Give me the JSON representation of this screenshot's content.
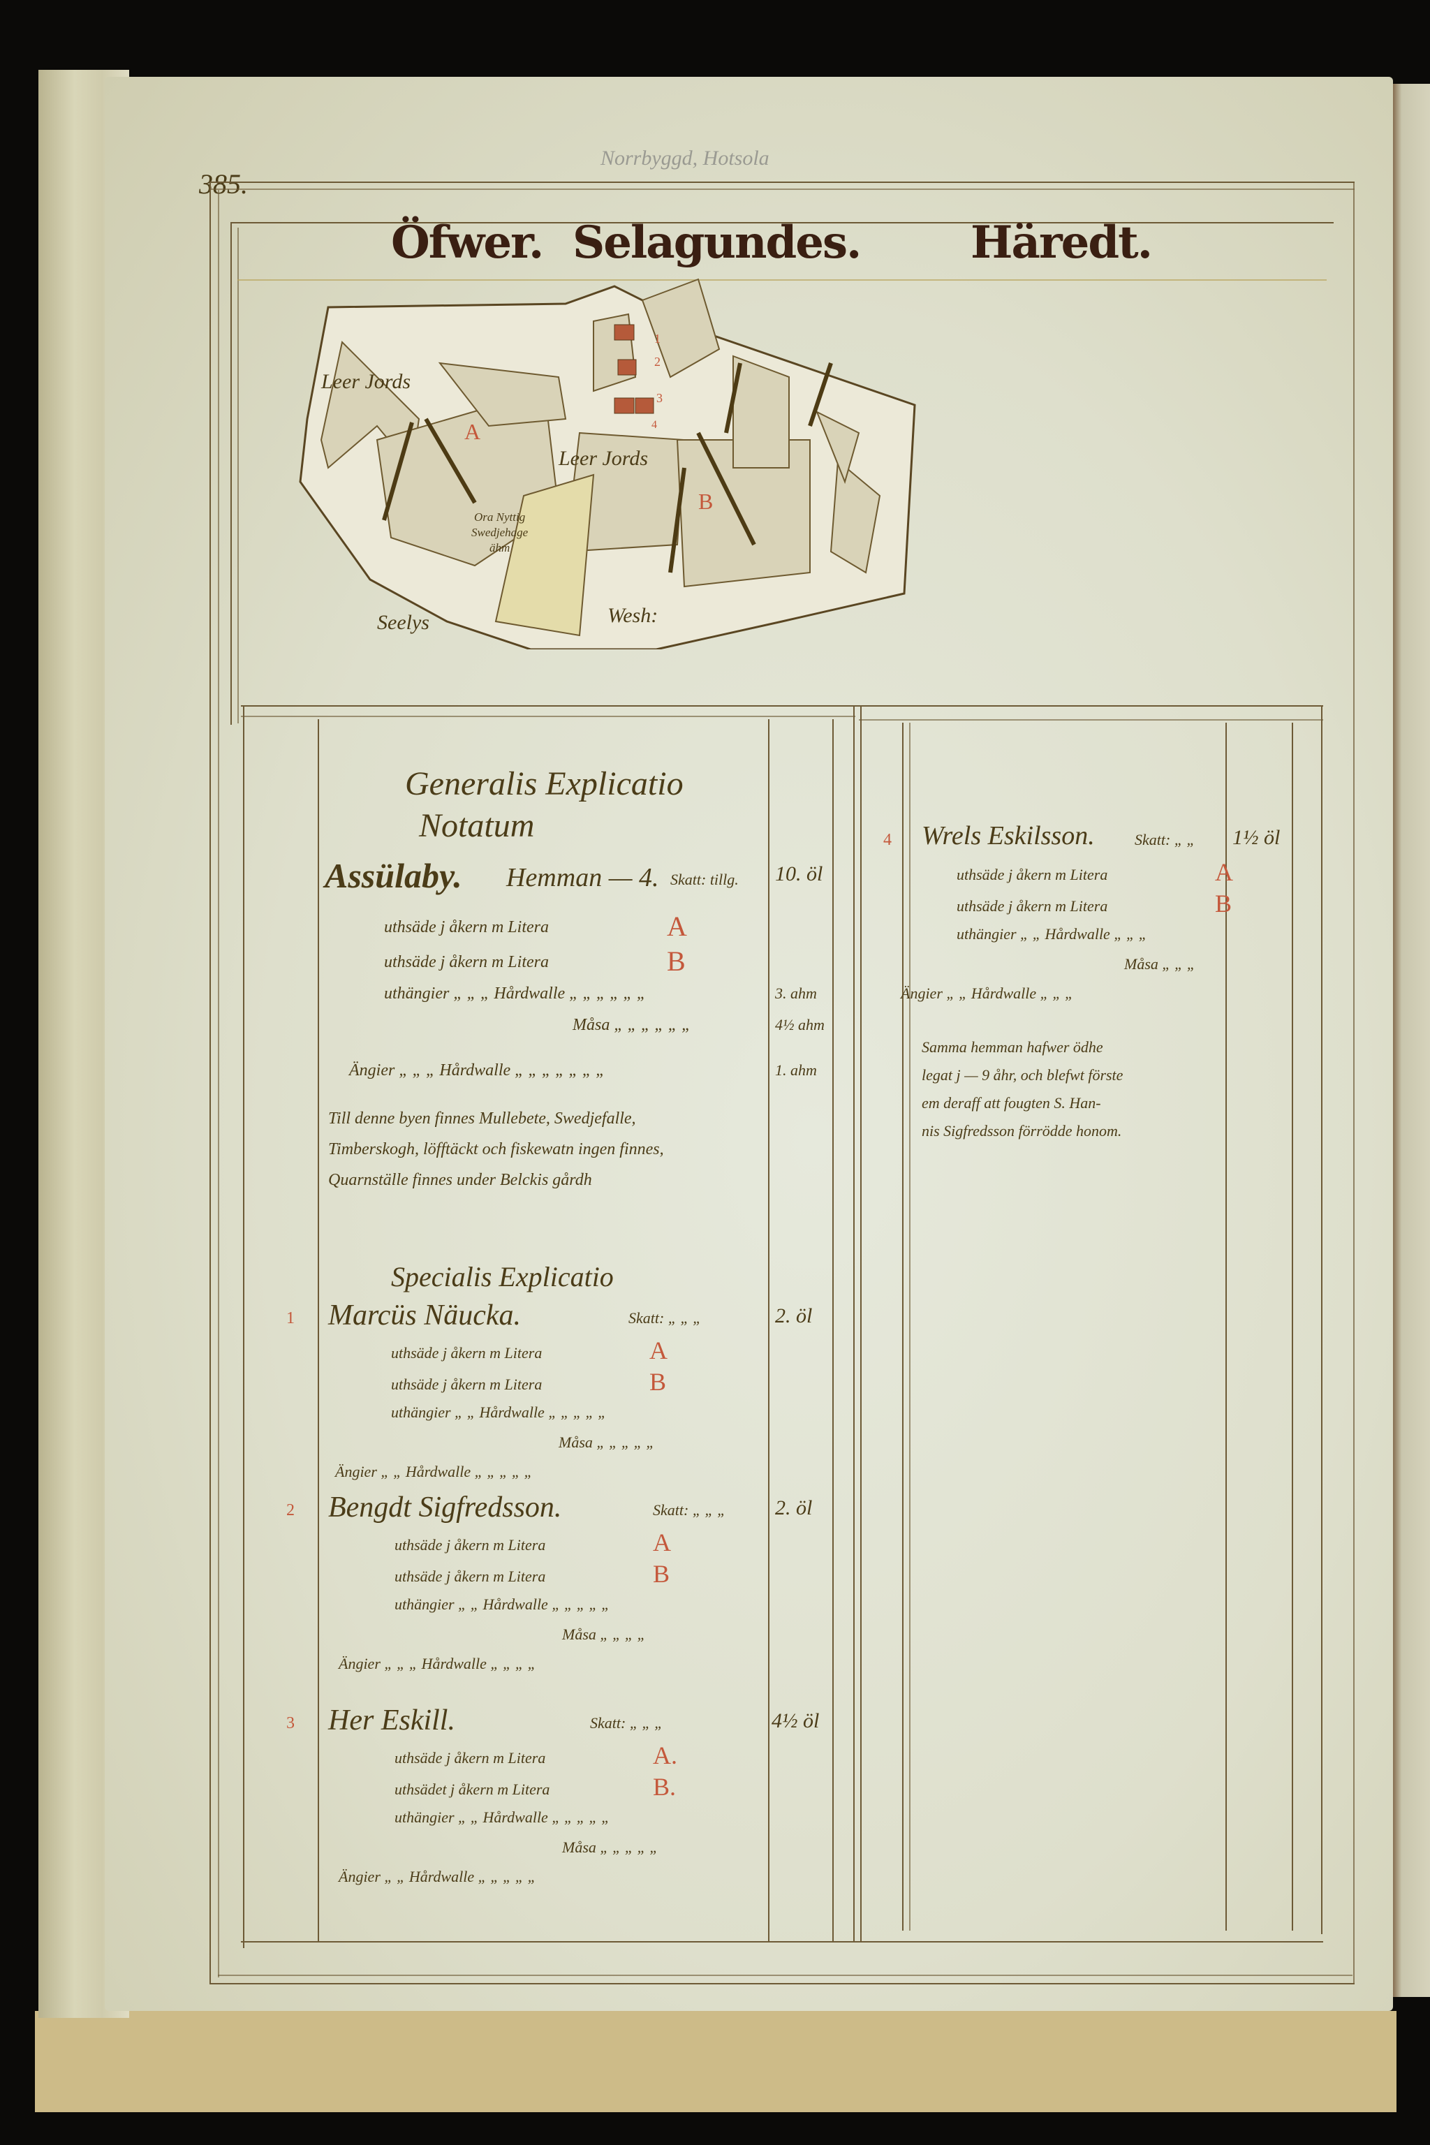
{
  "page": {
    "page_number": "385.",
    "pencil_note": "Norrbyggd, Hotsola",
    "title": {
      "part1": "Öfwer.",
      "part2": "Selagundes.",
      "part3": "Häredt."
    }
  },
  "map": {
    "field_label_1": "Leer Jords",
    "field_label_2": "Leer Jords",
    "letter_a": "A",
    "letter_b": "B",
    "farm_numbers": [
      "1",
      "2",
      "3",
      "4"
    ],
    "meadow_note": [
      "Ora Nyttig",
      "Swedjehage",
      "ähm"
    ],
    "compass_left": "Seelys",
    "compass_right": "Wesh:"
  },
  "colors": {
    "ink": "#4b3c18",
    "red_ink": "#c4583b",
    "parchment": "#e3e5d6"
  },
  "left_column": {
    "heading_1": "Generalis Explicatio",
    "heading_2": "Notatum",
    "village": {
      "name": "Assülaby.",
      "hemman": "Hemman — 4.",
      "skatt_label": "Skatt: tillg.",
      "skatt_value": "10. öl",
      "rows": [
        {
          "text": "uthsäde j åkern m Litera",
          "letter": "A",
          "value": ""
        },
        {
          "text": "uthsäde j åkern m Litera",
          "letter": "B",
          "value": ""
        },
        {
          "text": "uthängier „ „ „ Hårdwalle „ „ „ „ „ „",
          "letter": "",
          "value": "3. ahm"
        },
        {
          "text": "Måsa „ „ „ „ „ „",
          "letter": "",
          "value": "4½ ahm"
        },
        {
          "text": "Ängier „ „ „ Hårdwalle „ „ „ „ „ „ „",
          "letter": "",
          "value": "1. ahm"
        }
      ],
      "note": [
        "Till denne byen finnes Mullebete, Swedjefalle,",
        "Timberskogh, löfftäckt och fiskewatn ingen finnes,",
        "Quarnställe finnes under Belckis gårdh"
      ]
    },
    "heading_3": "Specialis Explicatio",
    "persons": [
      {
        "number": "1",
        "name": "Marcüs Näucka.",
        "skatt_label": "Skatt: „ „ „",
        "skatt_value": "2. öl",
        "rows": [
          {
            "text": "uthsäde j åkern m Litera",
            "letter": "A"
          },
          {
            "text": "uthsäde j åkern m Litera",
            "letter": "B"
          },
          {
            "text": "uthängier „ „ Hårdwalle „ „ „ „ „",
            "letter": ""
          },
          {
            "text": "Måsa „ „ „ „ „",
            "letter": ""
          },
          {
            "text": "Ängier „ „ Hårdwalle „ „ „ „ „",
            "letter": ""
          }
        ]
      },
      {
        "number": "2",
        "name": "Bengdt Sigfredsson.",
        "skatt_label": "Skatt: „ „ „",
        "skatt_value": "2. öl",
        "rows": [
          {
            "text": "uthsäde j åkern m Litera",
            "letter": "A"
          },
          {
            "text": "uthsäde j åkern m Litera",
            "letter": "B"
          },
          {
            "text": "uthängier „ „ Hårdwalle „ „ „ „ „",
            "letter": ""
          },
          {
            "text": "Måsa „ „ „ „",
            "letter": ""
          },
          {
            "text": "Ängier „ „ „ Hårdwalle „ „ „ „",
            "letter": ""
          }
        ]
      },
      {
        "number": "3",
        "name": "Her Eskill.",
        "skatt_label": "Skatt: „ „ „",
        "skatt_value": "4½ öl",
        "rows": [
          {
            "text": "uthsäde j åkern m Litera",
            "letter": "A."
          },
          {
            "text": "uthsädet j åkern m Litera",
            "letter": "B."
          },
          {
            "text": "uthängier „ „ Hårdwalle „ „ „ „ „",
            "letter": ""
          },
          {
            "text": "Måsa „ „ „ „ „",
            "letter": ""
          },
          {
            "text": "Ängier „ „ Hårdwalle „ „ „ „ „",
            "letter": ""
          }
        ]
      }
    ]
  },
  "right_column": {
    "person": {
      "number": "4",
      "name": "Wrels Eskilsson.",
      "skatt_label": "Skatt: „ „",
      "skatt_value": "1½ öl",
      "rows": [
        {
          "text": "uthsäde j åkern m Litera",
          "letter": "A"
        },
        {
          "text": "uthsäde j åkern m Litera",
          "letter": "B"
        },
        {
          "text": "uthängier „ „ Hårdwalle „ „ „",
          "letter": ""
        },
        {
          "text": "Måsa „ „ „",
          "letter": ""
        },
        {
          "text": "Ängier „ „ Hårdwalle „ „ „",
          "letter": ""
        }
      ]
    },
    "note": [
      "Samma hemman hafwer ödhe",
      "legat j — 9 åhr, och blefwt förste",
      "em deraff att fougten S. Han-",
      "nis Sigfredsson förrödde honom."
    ]
  }
}
